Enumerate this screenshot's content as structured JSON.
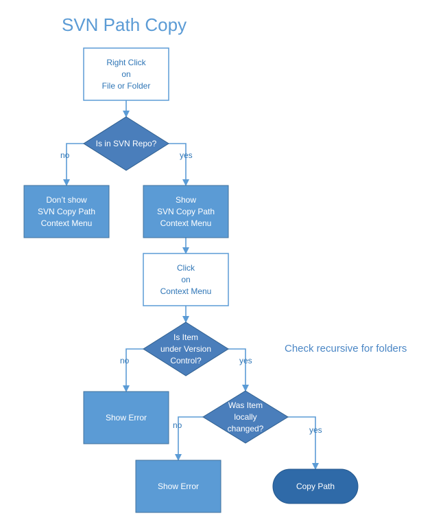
{
  "title": "SVN Path Copy",
  "note": "Check recursive for folders",
  "colors": {
    "title": "#5b9bd5",
    "outline_fill": "#ffffff",
    "outline_stroke": "#5b9bd5",
    "outline_text": "#2e75b6",
    "filled_box": "#5b9bd5",
    "filled_box_stroke": "#41719c",
    "decision": "#4a7ebb",
    "decision_stroke": "#2f5f8f",
    "terminal": "#2f6aa8",
    "arrow": "#5b9bd5",
    "label": "#2e75b6",
    "white_text": "#ffffff"
  },
  "nodes": {
    "right_click": [
      "Right Click",
      "on",
      "File or Folder"
    ],
    "is_in_repo": [
      "Is in SVN Repo?"
    ],
    "dont_show": [
      "Don’t show",
      "SVN Copy Path",
      "Context Menu"
    ],
    "show_menu": [
      "Show",
      "SVN Copy Path",
      "Context Menu"
    ],
    "click_menu": [
      "Click",
      "on",
      "Context Menu"
    ],
    "under_vc": [
      "Is Item",
      "under Version",
      "Control?"
    ],
    "show_error_1": [
      "Show Error"
    ],
    "locally_changed": [
      "Was Item",
      "locally",
      "changed?"
    ],
    "show_error_2": [
      "Show Error"
    ],
    "copy_path": [
      "Copy Path"
    ]
  },
  "edge_labels": {
    "repo_no": "no",
    "repo_yes": "yes",
    "vc_no": "no",
    "vc_yes": "yes",
    "changed_no": "no",
    "changed_yes": "yes"
  }
}
